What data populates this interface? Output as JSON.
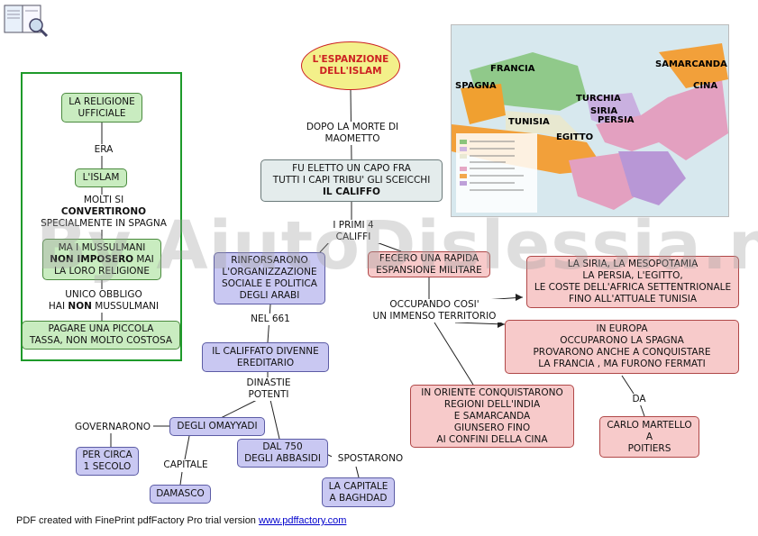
{
  "title_line1": "L'ESPANZIONE",
  "title_line2": "DELL'ISLAM",
  "left_box": {
    "religione": [
      "LA RELIGIONE",
      "UFFICIALE"
    ],
    "era": "ERA",
    "islam": "L'ISLAM",
    "molti": "MOLTI SI",
    "convertirono": "CONVERTIRONO",
    "spagna": "SPECIALMENTE IN SPAGNA",
    "mussulmani_a": "MA I MUSSULMANI",
    "non_imposero": "NON IMPOSERO",
    "mai": " MAI",
    "loro_religione": "LA LORO RELIGIONE",
    "unico": "UNICO OBBLIGO",
    "hai": "HAI ",
    "non": "NON",
    "mussulmani_b": " MUSSULMANI",
    "pagare": [
      "PAGARE UNA PICCOLA",
      "TASSA, NON MOLTO COSTOSA"
    ]
  },
  "dopo": [
    "DOPO LA MORTE DI",
    "MAOMETTO"
  ],
  "califfo": [
    "FU ELETTO UN CAPO FRA",
    "TUTTI I CAPI TRIBU' GLI SCEICCHI",
    "IL CALIFFO"
  ],
  "primi": [
    "I PRIMI 4",
    "CALIFFI"
  ],
  "rinforsarono": [
    "RINFORSARONO",
    "L'ORGANIZZAZIONE",
    "SOCIALE E POLITICA",
    "DEGLI ARABI"
  ],
  "nel661": "NEL 661",
  "ereditario": [
    "IL CALIFFATO DIVENNE",
    "EREDITARIO"
  ],
  "dinastie": [
    "DINASTIE",
    "POTENTI"
  ],
  "omayyadi": "DEGLI OMAYYADI",
  "governarono": "GOVERNARONO",
  "circa": [
    "PER CIRCA",
    "1 SECOLO"
  ],
  "capitale": "CAPITALE",
  "damasco": "DAMASCO",
  "dal750": [
    "DAL 750",
    "DEGLI ABBASIDI"
  ],
  "spostarono": "SPOSTARONO",
  "baghdad": [
    "LA CAPITALE",
    "A BAGHDAD"
  ],
  "fecero": [
    "FECERO UNA RAPIDA",
    "ESPANSIONE MILITARE"
  ],
  "occupando": [
    "OCCUPANDO COSI'",
    "UN IMMENSO TERRITORIO"
  ],
  "siria": [
    "LA SIRIA, LA MESOPOTAMIA",
    "LA PERSIA, L'EGITTO,",
    "LE COSTE DELL'AFRICA SETTENTRIONALE",
    "FINO ALL'ATTUALE TUNISIA"
  ],
  "europa": [
    "IN EUROPA",
    "OCCUPARONO LA SPAGNA",
    "PROVARONO ANCHE A CONQUISTARE",
    "LA FRANCIA , MA FURONO FERMATI"
  ],
  "oriente": [
    "IN ORIENTE CONQUISTARONO",
    "REGIONI DELL'INDIA",
    "E  SAMARCANDA",
    "GIUNSERO FINO",
    "AI CONFINI DELLA CINA"
  ],
  "da": "DA",
  "martello": [
    "CARLO MARTELLO",
    "A",
    "POITIERS"
  ],
  "map_names": {
    "francia": "FRANCIA",
    "spagna": "SPAGNA",
    "tunisia": "TUNISIA",
    "egitto": "EGITTO",
    "turchia": "TURCHIA",
    "siria": "SIRIA",
    "persia": "PERSIA",
    "samarcanda": "SAMARCANDA",
    "cina": "CINA"
  },
  "watermark": "By AiutoDislessia.net",
  "footer_text": "PDF created with FinePrint pdfFactory Pro trial version ",
  "footer_link": "www.pdffactory.com",
  "colors": {
    "green": "#c9ecc0",
    "grey": "#e4ecec",
    "blue": "#c9c8f2",
    "pink": "#f7caca",
    "title": "#f3f08a",
    "frame": "#1e9a2a"
  }
}
